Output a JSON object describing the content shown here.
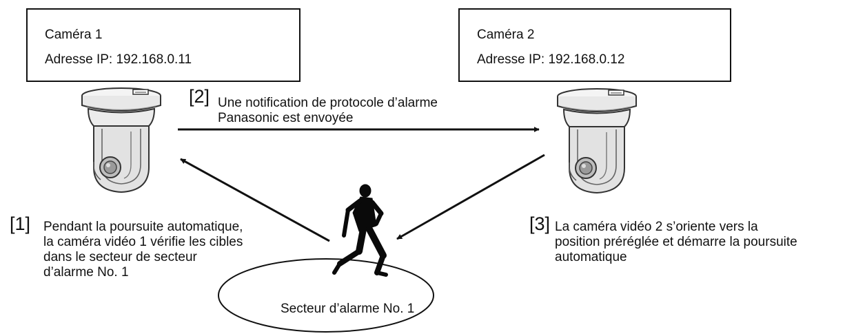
{
  "camera1": {
    "name": "Caméra 1",
    "ip": "Adresse IP: 192.168.0.11"
  },
  "camera2": {
    "name": "Caméra 2",
    "ip": "Adresse IP: 192.168.0.12"
  },
  "step1": {
    "number": "[1]",
    "lines": [
      "Pendant la poursuite automatique,",
      "la caméra vidéo 1 vérifie les cibles",
      "dans le secteur de secteur",
      "d’alarme No. 1"
    ]
  },
  "step2": {
    "number": "[2]",
    "lines": [
      "Une notification de protocole d’alarme",
      "Panasonic est envoyée"
    ]
  },
  "step3": {
    "number": "[3]",
    "lines": [
      "La caméra vidéo 2 s’oriente vers la",
      "position préréglée et démarre la poursuite",
      "automatique"
    ]
  },
  "zone": {
    "label": "Secteur d’alarme No. 1"
  },
  "icons": {
    "camera1": "ptz-dome-camera-icon",
    "camera2": "ptz-dome-camera-icon",
    "person": "running-person-silhouette-icon"
  }
}
